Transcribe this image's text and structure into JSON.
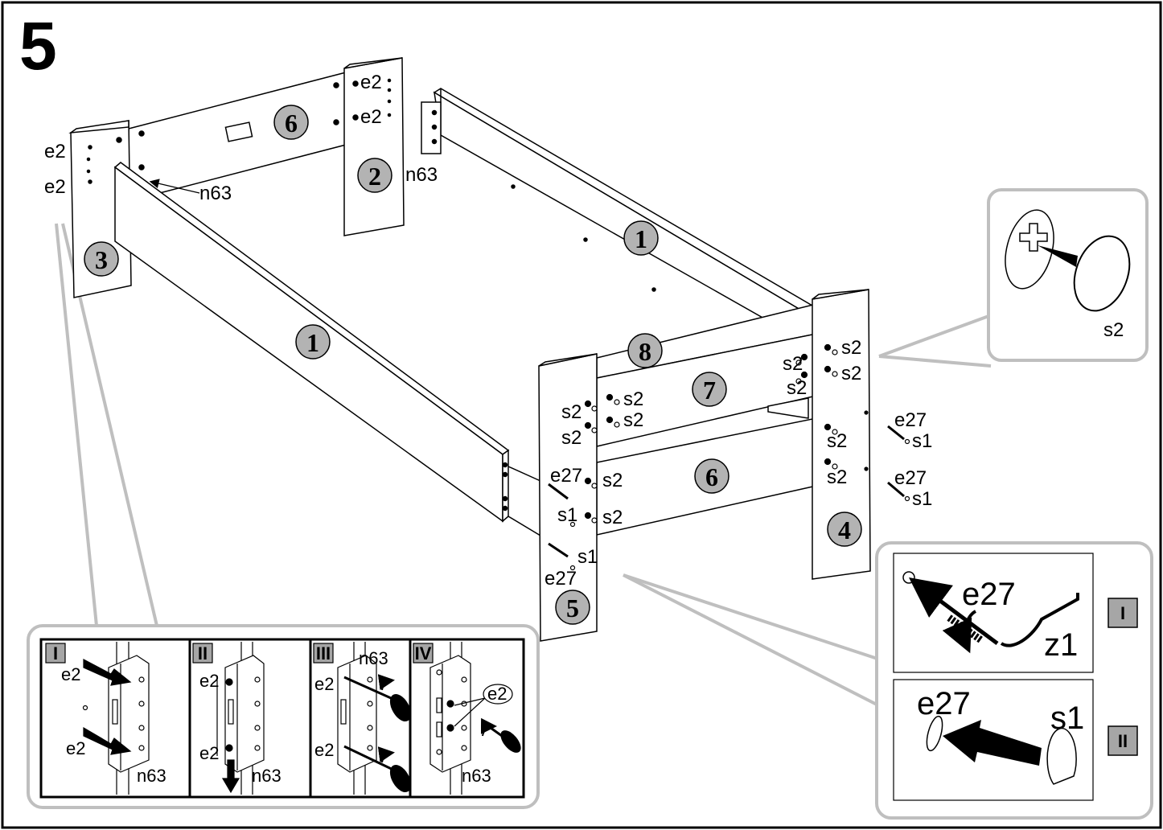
{
  "step_number": "5",
  "parts": {
    "p1_back": "1",
    "p1_front": "1",
    "p2": "2",
    "p3": "3",
    "p4": "4",
    "p5": "5",
    "p6_back": "6",
    "p6_front": "6",
    "p7": "7",
    "p8": "8"
  },
  "labels": {
    "e2": "e2",
    "n63": "n63",
    "s2": "s2",
    "s1": "s1",
    "e27": "e27",
    "z1": "z1"
  },
  "detail_steps": {
    "i": "I",
    "ii": "II",
    "iii": "III",
    "iv": "IV"
  },
  "colors": {
    "line": "#000000",
    "callout": "#bfbfbf",
    "badge": "#b3b3b3",
    "roman_bg": "#a6a6a6"
  }
}
